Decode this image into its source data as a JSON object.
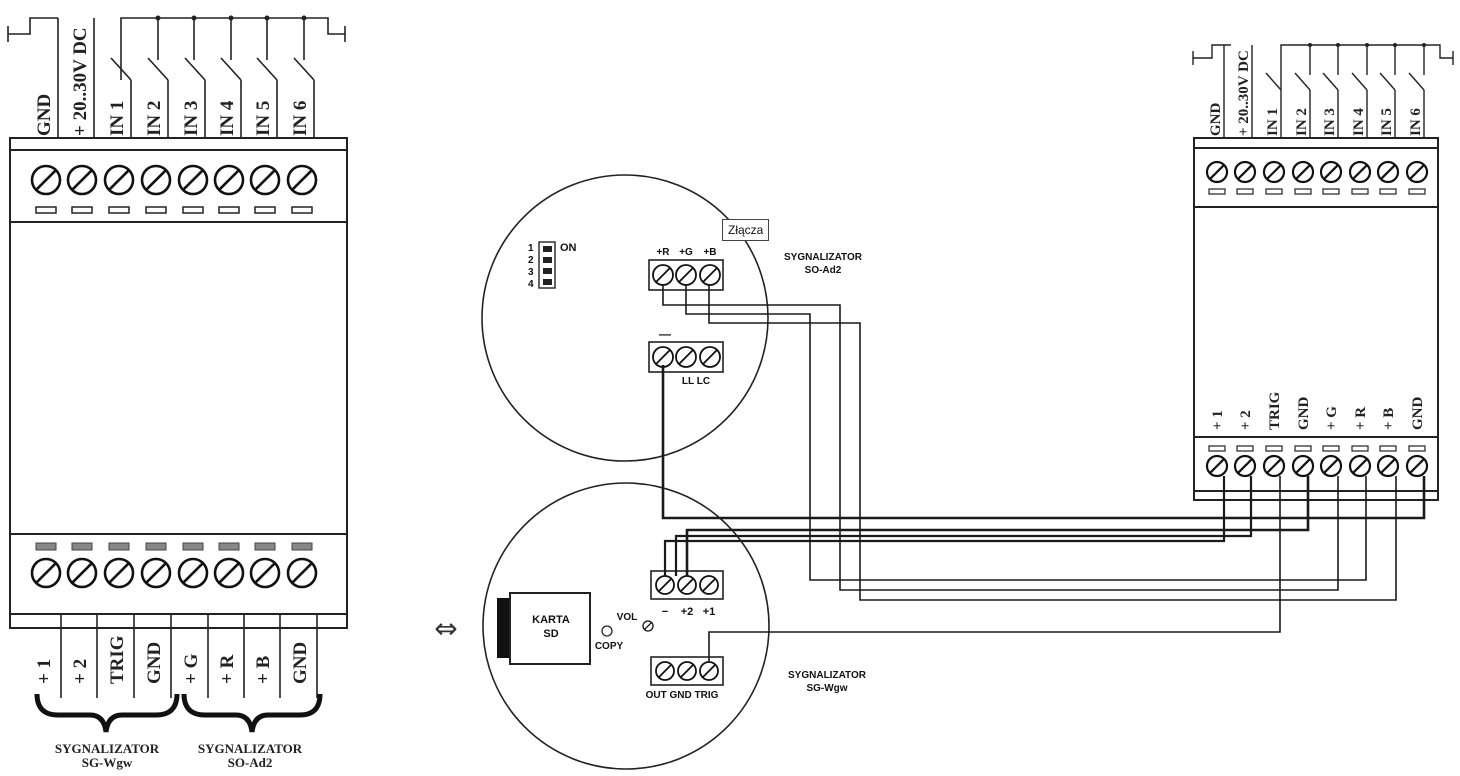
{
  "tooltip": "Złącza",
  "left_module": {
    "top_labels": [
      "GND",
      "+ 20..30V DC",
      "IN 1",
      "IN 2",
      "IN 3",
      "IN 4",
      "IN 5",
      "IN 6"
    ],
    "bottom_labels": [
      "+ 1",
      "+ 2",
      "TRIG",
      "GND",
      "+ G",
      "+ R",
      "+ B",
      "GND"
    ],
    "caption_left": [
      "SYGNALIZATOR",
      "SG-Wgw"
    ],
    "caption_right": [
      "SYGNALIZATOR",
      "SO-Ad2"
    ]
  },
  "right_module": {
    "top_labels": [
      "GND",
      "+ 20..30V DC",
      "IN 1",
      "IN 2",
      "IN 3",
      "IN 4",
      "IN 5",
      "IN 6"
    ],
    "bottom_labels": [
      "+ 1",
      "+ 2",
      "TRIG",
      "GND",
      "+ G",
      "+ R",
      "+ B",
      "GND"
    ]
  },
  "so_ad2": {
    "dip_numbers": [
      "1",
      "2",
      "3",
      "4"
    ],
    "dip_on": "ON",
    "top_terminal_labels": [
      "+R",
      "+G",
      "+B"
    ],
    "minus_label": "—",
    "ll_lc_label": "LL LC",
    "name": [
      "SYGNALIZATOR",
      "SO-Ad2"
    ]
  },
  "sg_wgw": {
    "karta": [
      "KARTA",
      "SD"
    ],
    "vol": "VOL",
    "copy": "COPY",
    "terminal_marks": [
      "−",
      "+2",
      "+1"
    ],
    "bottom_labels": "OUT GND TRIG",
    "name": [
      "SYGNALIZATOR",
      "SG-Wgw"
    ],
    "arrow": "⇔"
  }
}
